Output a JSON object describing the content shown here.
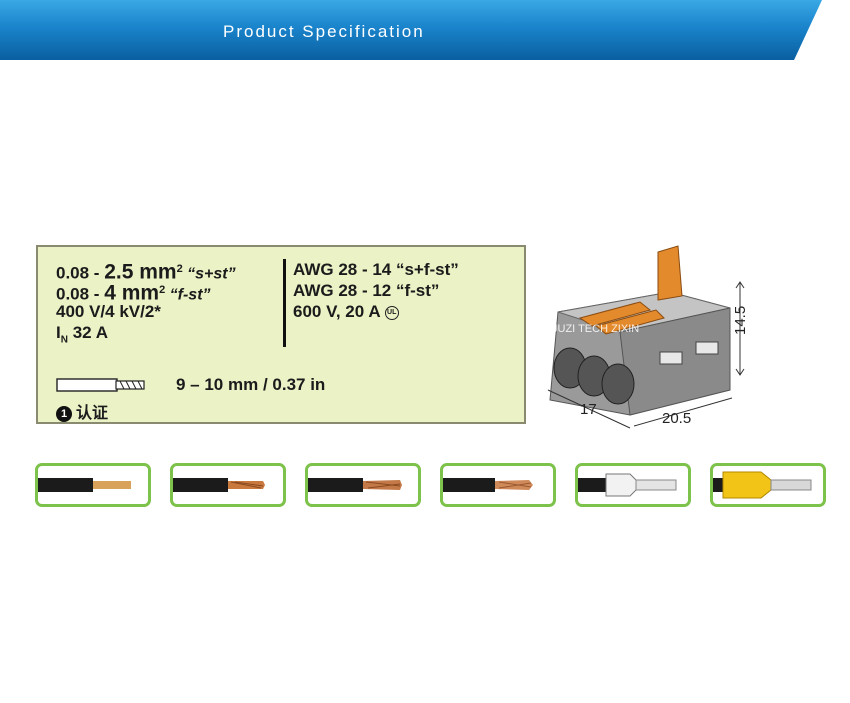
{
  "header": {
    "title": "Product Specification"
  },
  "specs": {
    "left": {
      "line1_a": "0.08 - ",
      "line1_b": "2.5 mm",
      "line1_sup": "2",
      "line1_c": " “s+st”",
      "line2_a": "0.08 - ",
      "line2_b": "4 mm",
      "line2_sup": "2",
      "line2_c": " “f-st”",
      "line3": "400 V/4 kV/2*",
      "line4_a": "I",
      "line4_sub": "N",
      "line4_b": " 32 A"
    },
    "right": {
      "line1": "AWG 28 - 14 “s+f-st”",
      "line2": "AWG 28 - 12 “f-st”",
      "line3": "600 V, 20 A",
      "ul_mark": "UL"
    },
    "strip_length": "9 – 10 mm / 0.37 in",
    "cert_number": "1",
    "cert_label": "认证"
  },
  "product": {
    "watermark": "JUZI TECH ZIXIN",
    "dim_height": "14.5",
    "dim_depth": "17",
    "dim_width": "20.5",
    "colors": {
      "body": "#9a9a9a",
      "lever": "#e38a2c"
    }
  },
  "wire_types": [
    {
      "name": "solid-wire"
    },
    {
      "name": "stranded-wire"
    },
    {
      "name": "fine-stranded-wire"
    },
    {
      "name": "fine-stranded-tinned-wire"
    },
    {
      "name": "ferrule-plastic-collar"
    },
    {
      "name": "ferrule-insulated-yellow"
    }
  ],
  "colors": {
    "banner": "#1a84cc",
    "spec_bg": "#eaf2c6",
    "wire_frame": "#7dc24a"
  }
}
